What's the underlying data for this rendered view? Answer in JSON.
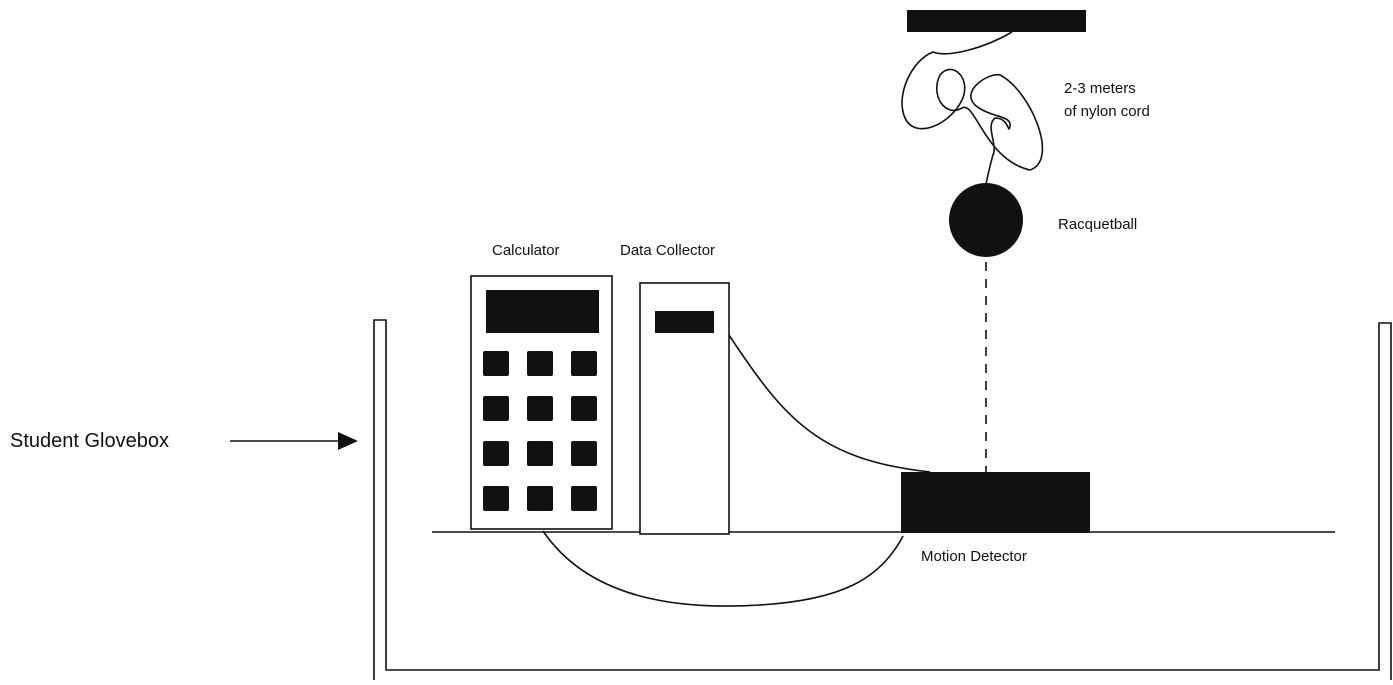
{
  "labels": {
    "cord_line1": "2-3 meters",
    "cord_line2": "of nylon cord",
    "racquetball": "Racquetball",
    "calculator": "Calculator",
    "data_collector": "Data Collector",
    "glovebox": "Student Glovebox",
    "motion_detector": "Motion Detector"
  },
  "colors": {
    "ink": "#111111",
    "background": "#ffffff"
  },
  "calculator_keys": {
    "rows": 4,
    "cols": 3
  }
}
